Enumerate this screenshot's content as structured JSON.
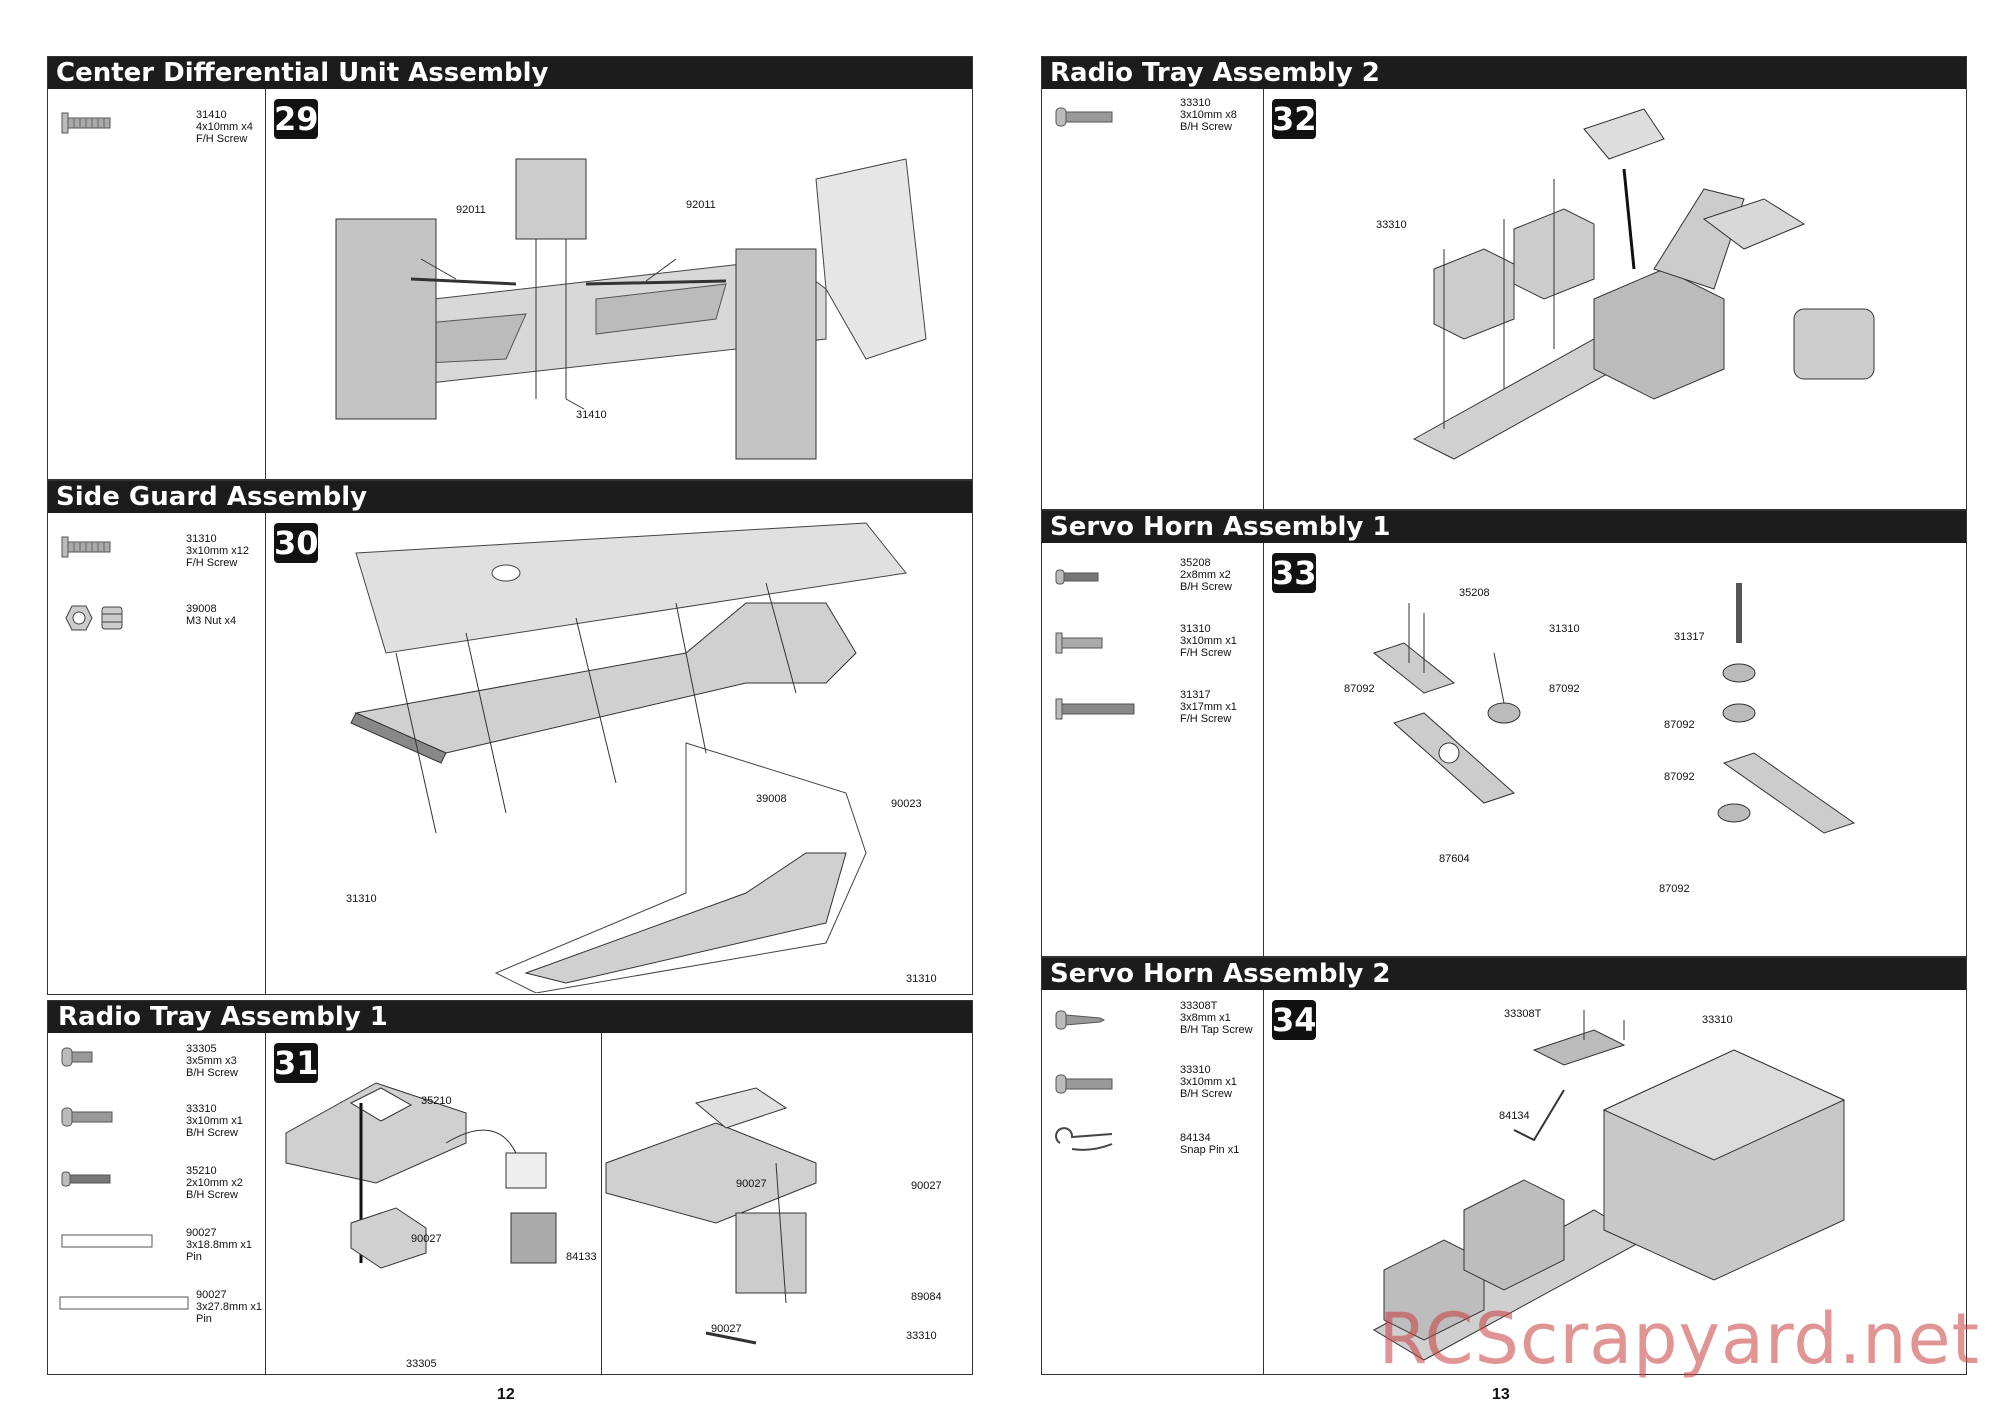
{
  "left_page": {
    "number": "12",
    "sections": [
      {
        "title": "Center Differential Unit Assembly",
        "step": "29",
        "parts": [
          {
            "code": "31410",
            "size": "4x10mm x4",
            "type": "F/H Screw",
            "icon": "flat-head-screw-icon"
          }
        ],
        "callouts": [
          "92011",
          "92011",
          "31410"
        ]
      },
      {
        "title": "Side Guard Assembly",
        "step": "30",
        "parts": [
          {
            "code": "31310",
            "size": "3x10mm x12",
            "type": "F/H Screw",
            "icon": "flat-head-screw-icon"
          },
          {
            "code": "39008",
            "size": "M3 Nut x4",
            "type": "",
            "icon": "nut-icon"
          }
        ],
        "callouts": [
          "39008",
          "90023",
          "31310",
          "31310"
        ]
      },
      {
        "title": "Radio Tray Assembly 1",
        "step": "31",
        "parts": [
          {
            "code": "33305",
            "size": "3x5mm x3",
            "type": "B/H Screw",
            "icon": "button-head-screw-icon"
          },
          {
            "code": "33310",
            "size": "3x10mm x1",
            "type": "B/H Screw",
            "icon": "button-head-screw-icon"
          },
          {
            "code": "35210",
            "size": "2x10mm x2",
            "type": "B/H Screw",
            "icon": "button-head-screw-icon"
          },
          {
            "code": "90027",
            "size": "3x18.8mm x1",
            "type": "Pin",
            "icon": "pin-icon"
          },
          {
            "code": "90027",
            "size": "3x27.8mm x1",
            "type": "Pin",
            "icon": "pin-icon"
          }
        ],
        "callouts": [
          "35210",
          "90027",
          "84133",
          "33305",
          "90027",
          "90027",
          "90027",
          "89084",
          "33310"
        ]
      }
    ]
  },
  "right_page": {
    "number": "13",
    "sections": [
      {
        "title": "Radio Tray Assembly 2",
        "step": "32",
        "parts": [
          {
            "code": "33310",
            "size": "3x10mm x8",
            "type": "B/H Screw",
            "icon": "button-head-screw-icon"
          }
        ],
        "callouts": [
          "33310"
        ]
      },
      {
        "title": "Servo Horn Assembly 1",
        "step": "33",
        "parts": [
          {
            "code": "35208",
            "size": "2x8mm x2",
            "type": "B/H Screw",
            "icon": "button-head-screw-icon"
          },
          {
            "code": "31310",
            "size": "3x10mm x1",
            "type": "F/H Screw",
            "icon": "flat-head-screw-icon"
          },
          {
            "code": "31317",
            "size": "3x17mm x1",
            "type": "F/H Screw",
            "icon": "flat-head-screw-icon"
          }
        ],
        "callouts": [
          "35208",
          "31310",
          "87092",
          "87092",
          "87604",
          "31317",
          "87092",
          "87092",
          "87092"
        ]
      },
      {
        "title": "Servo Horn Assembly 2",
        "step": "34",
        "parts": [
          {
            "code": "33308T",
            "size": "3x8mm x1",
            "type": "B/H Tap Screw",
            "icon": "tap-screw-icon"
          },
          {
            "code": "33310",
            "size": "3x10mm x1",
            "type": "B/H Screw",
            "icon": "button-head-screw-icon"
          },
          {
            "code": "84134",
            "size": "Snap Pin x1",
            "type": "",
            "icon": "snap-pin-icon"
          }
        ],
        "callouts": [
          "33308T",
          "33310",
          "84134"
        ]
      }
    ]
  },
  "watermark": "RCScrapyard.net",
  "colors": {
    "header_bg": "#1c1c1c",
    "part_gray": "#c8c8c8",
    "watermark": "#c83c3c"
  }
}
